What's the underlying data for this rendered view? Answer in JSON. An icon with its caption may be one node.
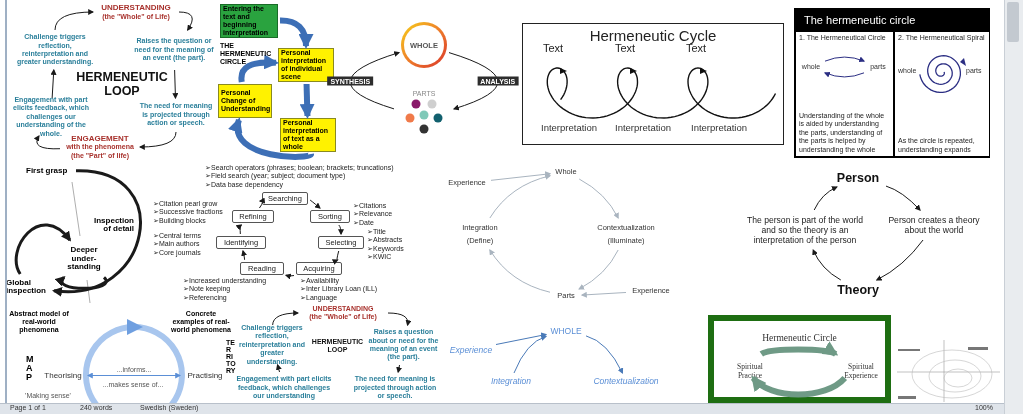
{
  "diagram": {
    "nodes": [
      {
        "text": [
          "UNDERSTANDING",
          "(the \"Whole\" of Life)"
        ]
      },
      {
        "text": [
          "Challenge triggers reflection, reinterpretation and greater understanding."
        ]
      },
      {
        "text": [
          "Raises the question or need for the meaning of an event (the part)."
        ]
      },
      {
        "text": [
          "HERMENEUTIC LOOP"
        ]
      },
      {
        "text": [
          "The need for meaning is projected through action or speech."
        ]
      },
      {
        "text": [
          "Engagement with part elicits feedback, which challenges our understanding of the whole."
        ]
      },
      {
        "text": [
          "ENGAGEMENT",
          "with the phenomena (the \"Part\" of life)"
        ]
      },
      {
        "text": [
          "Entering the text and beginning interpretation"
        ]
      },
      {
        "text": [
          "Personal interpretation of individual scene"
        ]
      },
      {
        "text": [
          "Personal Change of Understanding"
        ]
      },
      {
        "text": [
          "Personal interpretation of text as a whole"
        ]
      },
      {
        "text": [
          "WHOLE"
        ]
      },
      {
        "text": [
          "PARTS"
        ]
      },
      {
        "text": [
          "Hermeneutic Cycle"
        ]
      },
      {
        "text": [
          "The hermeneutic circle"
        ]
      },
      {
        "text": [
          "1. The Hermeneutical Circle",
          "Understanding of the whole is aided by understanding the parts, understanding of the parts is helped by understanding the whole"
        ],
        "in": 14
      },
      {
        "text": [
          "whole"
        ],
        "in": 15
      },
      {
        "text": [
          "parts"
        ],
        "in": 15
      },
      {
        "text": [
          "2. The Hermeneutical Spiral",
          "As the circle is repeated, understanding expands"
        ],
        "in": 14
      },
      {
        "text": [
          "First grasp"
        ]
      },
      {
        "text": [
          "Inspection of detail"
        ]
      },
      {
        "text": [
          "Deeper under-standing"
        ]
      },
      {
        "text": [
          "Global inspection"
        ]
      },
      {
        "text": [
          "Searching"
        ],
        "beside": [
          "➢Search operators (phrases; boolean; brackets; truncations)",
          "➢Field search (year; subject; document type)",
          "➢Data base dependency"
        ]
      },
      {
        "text": [
          "Sorting"
        ],
        "beside": [
          "➢Citations",
          "➢Relevance",
          "➢Date"
        ]
      },
      {
        "text": [
          "Selecting"
        ],
        "beside": [
          "➢Title",
          "➢Abstracts",
          "➢Keywords",
          "➢KWIC"
        ]
      },
      {
        "text": [
          "Acquiring"
        ],
        "beside": [
          "➢Availability",
          "➢Inter Library Loan (ILL)",
          "➢Language"
        ]
      },
      {
        "text": [
          "Reading"
        ],
        "beside": [
          "➢Increased understanding",
          "➢Note keeping",
          "➢Referencing"
        ]
      },
      {
        "text": [
          "Identifying"
        ],
        "beside": [
          "➢Central terms",
          "➢Main authors",
          "➢Core journals"
        ]
      },
      {
        "text": [
          "Refining"
        ],
        "beside": [
          "➢Citation pearl grow",
          "➢Successive fractions",
          "➢Building blocks"
        ]
      },
      {
        "text": [
          "Experience"
        ]
      },
      {
        "text": [
          "Whole"
        ]
      },
      {
        "text": [
          "Integration",
          "(Define)"
        ]
      },
      {
        "text": [
          "Contextualization",
          "(Illuminate)"
        ]
      },
      {
        "text": [
          "Parts"
        ]
      },
      {
        "text": [
          "Experience"
        ]
      },
      {
        "text": [
          "Person"
        ]
      },
      {
        "text": [
          "Person creates a theory about the world"
        ]
      },
      {
        "text": [
          "Theory"
        ]
      },
      {
        "text": [
          "The person is part of the world and so the theory is an interpretation of the person"
        ]
      },
      {
        "text": [
          "Theorising"
        ]
      },
      {
        "text": [
          "Practising"
        ]
      },
      {
        "text": [
          "UNDERSTANDING",
          "(the \"Whole\" of Life)"
        ]
      },
      {
        "text": [
          "Challenge triggers reflection, reinterpretation and greater understanding."
        ]
      },
      {
        "text": [
          "Raises a question about or need for the meaning of an event (the part)."
        ]
      },
      {
        "text": [
          "HERMENEUTIC LOOP"
        ]
      },
      {
        "text": [
          "Engagement with part elicits feedback, which challenges our understanding"
        ]
      },
      {
        "text": [
          "The need for meaning is projected through action or speech."
        ]
      },
      {
        "text": [
          "Experience"
        ]
      },
      {
        "text": [
          "WHOLE"
        ]
      },
      {
        "text": [
          "Integration"
        ]
      },
      {
        "text": [
          "Contextualization"
        ]
      },
      {
        "text": [
          "Hermeneutic Circle"
        ]
      },
      {
        "text": [
          "Spiritual Practice"
        ],
        "in": 52
      },
      {
        "text": [
          "Spiritual Experience"
        ],
        "in": 52
      }
    ],
    "edges": [
      {
        "from": 0,
        "to": 2,
        "arrow": "to"
      },
      {
        "from": 2,
        "to": 4,
        "arrow": "to"
      },
      {
        "from": 4,
        "to": 6,
        "arrow": "to"
      },
      {
        "from": 6,
        "to": 5,
        "arrow": "to"
      },
      {
        "from": 5,
        "to": 1,
        "arrow": "to"
      },
      {
        "from": 1,
        "to": 0,
        "arrow": "to"
      },
      {
        "from": 7,
        "to": 8,
        "arrow": "to",
        "style": "thick",
        "color": "#3d6fb6"
      },
      {
        "from": 8,
        "to": 10,
        "arrow": "to",
        "style": "thick",
        "color": "#3d6fb6"
      },
      {
        "from": 10,
        "to": 9,
        "arrow": "to",
        "style": "thick",
        "color": "#3d6fb6"
      },
      {
        "from": 9,
        "to": 8,
        "arrow": "to",
        "style": "thick",
        "color": "#3d6fb6"
      },
      {
        "from": 12,
        "to": 11,
        "arrow": "to",
        "label": "SYNTHESIS"
      },
      {
        "from": 11,
        "to": 12,
        "arrow": "to",
        "label": "ANALYSIS"
      },
      {
        "from": 16,
        "to": 17,
        "arrow": "to",
        "color": "#2b2e83"
      },
      {
        "from": 17,
        "to": 16,
        "arrow": "to",
        "color": "#2b2e83"
      },
      {
        "from": 19,
        "to": 22,
        "arrow": "to",
        "style": "thick"
      },
      {
        "from": 22,
        "to": 21,
        "arrow": "to",
        "style": "thick"
      },
      {
        "from": 23,
        "to": 24,
        "arrow": "to"
      },
      {
        "from": 24,
        "to": 25,
        "arrow": "to"
      },
      {
        "from": 25,
        "to": 26,
        "arrow": "to"
      },
      {
        "from": 26,
        "to": 27,
        "arrow": "to"
      },
      {
        "from": 27,
        "to": 28,
        "arrow": "to"
      },
      {
        "from": 28,
        "to": 29,
        "arrow": "to"
      },
      {
        "from": 29,
        "to": 23,
        "arrow": "to"
      },
      {
        "from": 30,
        "to": 31,
        "arrow": "to",
        "color": "#a9b4bf"
      },
      {
        "from": 31,
        "to": 33,
        "arrow": "to",
        "color": "#a9b4bf"
      },
      {
        "from": 33,
        "to": 34,
        "arrow": "to",
        "color": "#a9b4bf"
      },
      {
        "from": 34,
        "to": 32,
        "arrow": "to",
        "color": "#a9b4bf"
      },
      {
        "from": 32,
        "to": 31,
        "arrow": "to",
        "color": "#a9b4bf"
      },
      {
        "from": 35,
        "to": 34,
        "arrow": "to",
        "color": "#a9b4bf"
      },
      {
        "from": 36,
        "to": 37,
        "arrow": "to"
      },
      {
        "from": 37,
        "to": 38,
        "arrow": "to"
      },
      {
        "from": 38,
        "to": 39,
        "arrow": "to"
      },
      {
        "from": 39,
        "to": 36,
        "arrow": "to"
      },
      {
        "from": 40,
        "to": 41,
        "arrow": "both",
        "label": "...informs...",
        "color": "#5b8fd6"
      },
      {
        "from": 42,
        "to": 44,
        "arrow": "to"
      },
      {
        "from": 44,
        "to": 47,
        "arrow": "to"
      },
      {
        "from": 46,
        "to": 43,
        "arrow": "to"
      },
      {
        "from": 43,
        "to": 42,
        "arrow": "to"
      },
      {
        "from": 48,
        "to": 49,
        "arrow": "to",
        "color": "#4a7ab8"
      },
      {
        "from": 50,
        "to": 49,
        "arrow": "to",
        "color": "#4a7ab8"
      },
      {
        "from": 49,
        "to": 51,
        "arrow": "to",
        "color": "#4a7ab8"
      },
      {
        "from": 21,
        "to": 21,
        "arrow": "to",
        "style": "thick"
      },
      {
        "from": 53,
        "to": 54,
        "arrow": "to",
        "style": "thick",
        "color": "#6f9a86"
      },
      {
        "from": 54,
        "to": 53,
        "arrow": "to",
        "style": "thick",
        "color": "#6f9a86"
      }
    ],
    "labels": [
      "THE HERMENEUTIC CIRCLE",
      "Text",
      "Text",
      "Text",
      "Interpretation",
      "Interpretation",
      "Interpretation",
      "whole",
      "parts",
      "Abstract model of real-world phenomena",
      "Concrete examples of real-world phenomena",
      "MAP",
      "TERRITORY",
      "...makes sense of...",
      "'Making sense'",
      "Page 1 of 1",
      "240 words",
      "Swedish (Sweden)",
      "100%"
    ]
  }
}
